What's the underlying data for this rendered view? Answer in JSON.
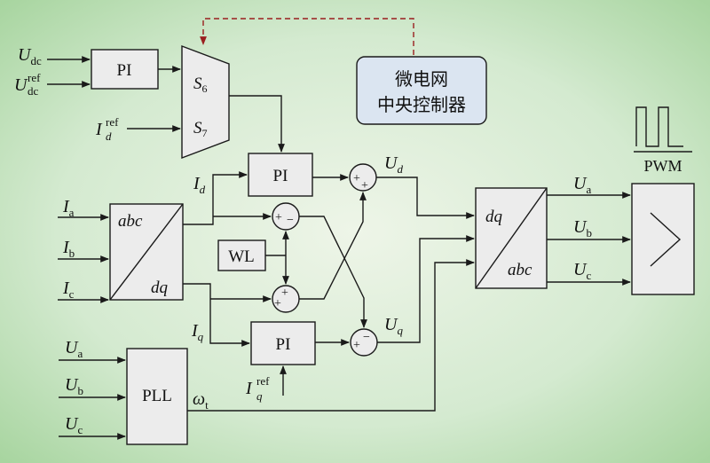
{
  "colors": {
    "background_center": "#eef5e8",
    "background_edge": "#a8d5a0",
    "block_fill": "#ececec",
    "controller_fill": "#dbe5f1",
    "dashed_link": "#9a1f1f",
    "line": "#1a1a1a"
  },
  "blocks": {
    "pi_top": "PI",
    "pi_d": "PI",
    "pi_q": "PI",
    "wl": "WL",
    "pll": "PLL",
    "pwm": "PWM",
    "switch_s6": "S",
    "switch_s6_sub": "6",
    "switch_s7": "S",
    "switch_s7_sub": "7",
    "abc_dq_top": "abc",
    "abc_dq_bottom": "dq",
    "dq_abc_top": "dq",
    "dq_abc_bottom": "abc",
    "controller_line1": "微电网",
    "controller_line2": "中央控制器"
  },
  "signals": {
    "udc": {
      "main": "U",
      "sub": "dc"
    },
    "udc_ref": {
      "main": "U",
      "sub": "dc",
      "sup": "ref"
    },
    "id_ref": {
      "main": "I",
      "sub": "d",
      "sup": "ref"
    },
    "iq_ref": {
      "main": "I",
      "sub": "q",
      "sup": "ref"
    },
    "ia": {
      "main": "I",
      "sub": "a"
    },
    "ib": {
      "main": "I",
      "sub": "b"
    },
    "ic": {
      "main": "I",
      "sub": "c"
    },
    "id": {
      "main": "I",
      "sub": "d"
    },
    "iq": {
      "main": "I",
      "sub": "q"
    },
    "ud": {
      "main": "U",
      "sub": "d"
    },
    "uq": {
      "main": "U",
      "sub": "q"
    },
    "ua_in": {
      "main": "U",
      "sub": "a"
    },
    "ub_in": {
      "main": "U",
      "sub": "b"
    },
    "uc_in": {
      "main": "U",
      "sub": "c"
    },
    "ua_out": {
      "main": "U",
      "sub": "a"
    },
    "ub_out": {
      "main": "U",
      "sub": "b"
    },
    "uc_out": {
      "main": "U",
      "sub": "c"
    },
    "omega": {
      "main": "ω",
      "sub": "t"
    }
  },
  "sum_signs": {
    "plus": "+",
    "minus": "−"
  }
}
